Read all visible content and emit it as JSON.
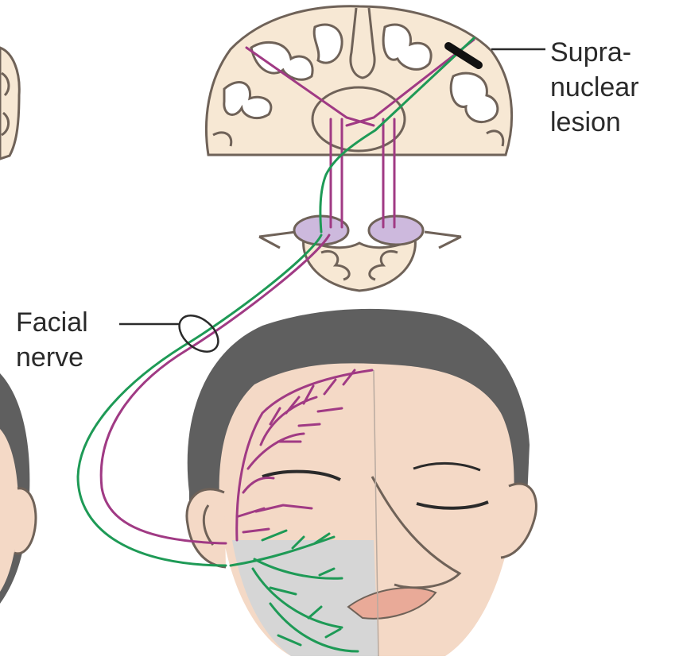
{
  "labels": {
    "supranuclear": [
      "Supra-",
      "nuclear",
      "lesion"
    ],
    "facial_nerve": [
      "Facial",
      "nerve"
    ]
  },
  "colors": {
    "green_pathway": "#1e9a56",
    "purple_pathway": "#a03a84",
    "brain_tissue": "#f7e8d4",
    "brain_outline": "#6f6258",
    "skin": "#f4d9c6",
    "paralyzed_area": "#d6d6d6",
    "hair": "#5f5f5f",
    "nucleus": "#cdb9dd",
    "lips": "#e9aa98",
    "lesion_mark": "#111111"
  }
}
